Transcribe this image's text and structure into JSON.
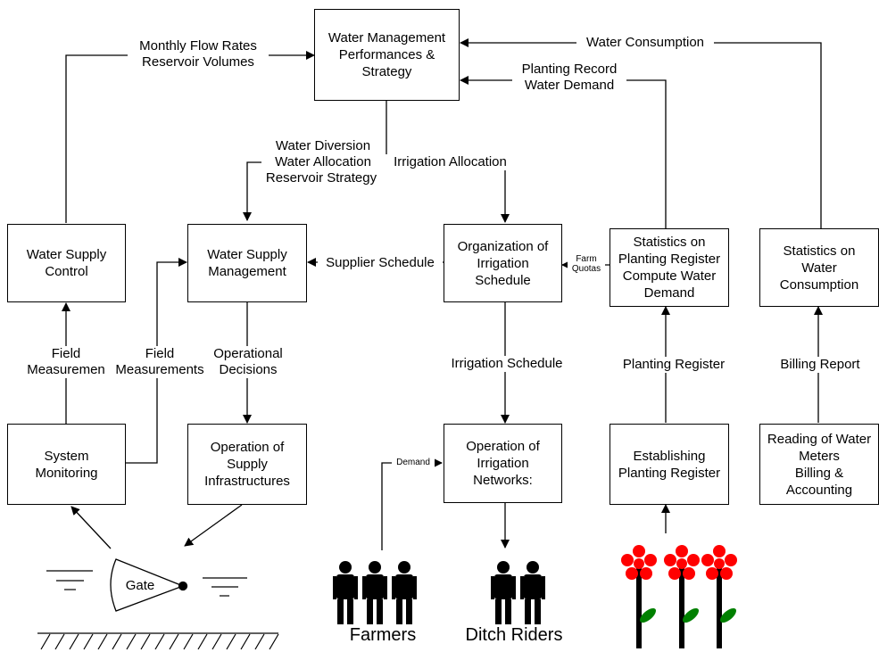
{
  "boxes": {
    "wmps": "Water Management\nPerformances &\nStrategy",
    "wsc": "Water Supply\nControl",
    "wsm": "Water Supply\nManagement",
    "ois": "Organization of\nIrrigation\nSchedule",
    "spr": "Statistics on\nPlanting Register\nCompute Water\nDemand",
    "swc": "Statistics on\nWater\nConsumption",
    "sm": "System\nMonitoring",
    "osi": "Operation of\nSupply\nInfrastructures",
    "oin": "Operation of\nIrrigation\nNetworks:",
    "epr": "Establishing\nPlanting Register",
    "rwm": "Reading of Water\nMeters\nBilling &\nAccounting"
  },
  "labels": {
    "monthly_flow": "Monthly Flow Rates\nReservoir Volumes",
    "water_consumption": "Water Consumption",
    "planting_record": "Planting Record\nWater Demand",
    "water_diversion": "Water Diversion\nWater Allocation",
    "reservoir_strategy": "Reservoir Strategy",
    "irrigation_allocation": "Irrigation Allocation",
    "supplier_schedule": "Supplier Schedule",
    "farm_quotas": "Farm\nQuotas",
    "field_measurement_left": "Field\nMeasuremen",
    "field_measurements": "Field\nMeasurements",
    "operational_decisions": "Operational\nDecisions",
    "irrigation_schedule": "Irrigation Schedule",
    "planting_register": "Planting Register",
    "billing_report": "Billing Report",
    "demand": "Demand",
    "gate": "Gate",
    "farmers": "Farmers",
    "ditch_riders": "Ditch Riders"
  },
  "colors": {
    "flower_petal": "#ff0000",
    "flower_leaf": "#008000",
    "people": "#000000"
  },
  "icons": [
    "gate-icon",
    "farmers-icon",
    "ditch-riders-icon",
    "flowers-icon",
    "ground-hatch-icon",
    "water-level-icon"
  ]
}
